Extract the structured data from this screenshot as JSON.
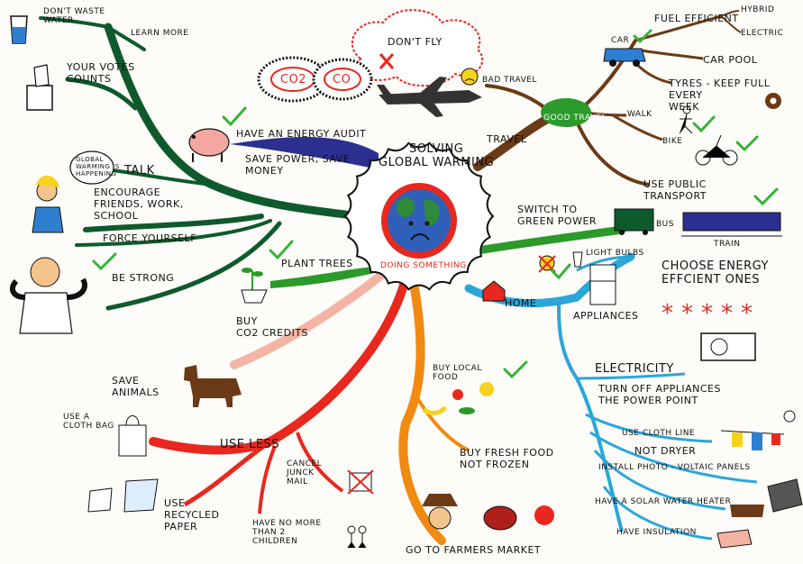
{
  "center": {
    "title": "SOLVING\nGLOBAL WARMING",
    "subtitle": "DOING SOMETHING",
    "dont_fly": "DON'T FLY",
    "co2": "CO2",
    "co": "CO"
  },
  "left": {
    "dont_waste_water": "DON'T WASTE\nWATER",
    "learn_more": "LEARN MORE",
    "your_votes_counts": "YOUR VOTES\nCOUNTS",
    "talk": "TALK",
    "global_warming_is_happening": "GLOBAL\nWARMING IS\nHAPPENING",
    "encourage": "ENCOURAGE\nFRIENDS, WORK,\nSCHOOL",
    "force_yourself": "FORCE YOURSELF",
    "be_strong": "BE STRONG"
  },
  "money": {
    "have_an_energy_audit": "HAVE AN ENERGY AUDIT",
    "save_power": "SAVE POWER, SAVE\nMONEY"
  },
  "travel": {
    "travel": "TRAVEL",
    "bad_travel": "BAD TRAVEL",
    "good_travel": "GOOD TRAVEL",
    "car": "CAR",
    "fuel_efficient": "FUEL EFFICIENT",
    "hybrid": "HYBRID",
    "electric": "ELECTRIC",
    "car_pool": "CAR POOL",
    "tyres": "TYRES - KEEP FULL\nEVERY\nWEEK",
    "walk": "WALK",
    "bike": "BIKE",
    "use_public_transport": "USE PUBLIC\nTRANSPORT",
    "bus": "BUS",
    "train": "TRAIN"
  },
  "power": {
    "switch_to_green_power": "SWITCH TO\nGREEN POWER",
    "plant_trees": "PLANT TREES",
    "buy_co2_credits": "BUY\nCO2 CREDITS"
  },
  "home": {
    "home": "HOME",
    "light_bulbs": "LIGHT BULBS",
    "choose_energy": "CHOOSE ENERGY\nEFFCIENT ONES",
    "appliances": "APPLIANCES",
    "stars": "*****",
    "electricity": "ELECTRICITY",
    "turn_off": "TURN OFF APPLIANCES\nTHE POWER POINT",
    "use_clothline": "USE CLOTH LINE",
    "not_dryer": "NOT DRYER",
    "install_photo": "INSTALL PHOTO - VOLTAIC PANELS",
    "solar_water_heater": "HAVE A SOLAR WATER HEATER",
    "insulation": "HAVE INSULATION"
  },
  "food": {
    "buy_local": "BUY LOCAL\nFOOD",
    "buy_fresh": "BUY FRESH FOOD\nNOT FROZEN",
    "farmers_market": "GO TO FARMERS MARKET"
  },
  "less": {
    "save_animals": "SAVE\nANIMALS",
    "use_a_cloth_bag": "USE A\nCLOTH BAG",
    "use_less": "USE LESS",
    "cancel_junk_mail": "CANCEL\nJUNCK\nMAIL",
    "use_recycled_paper": "USE\nRECYCLED\nPAPER",
    "have_no_more_children": "HAVE NO MORE\nTHAN 2\nCHILDREN"
  },
  "colors": {
    "dark_green": "#0f5a2c",
    "brown": "#6b3a16",
    "navy": "#2b2f8f",
    "green": "#2c9a2a",
    "peach": "#f4b4a4",
    "red": "#e8281e",
    "orange": "#f28a12",
    "cyan": "#2ba6d9",
    "check": "#36b336"
  }
}
